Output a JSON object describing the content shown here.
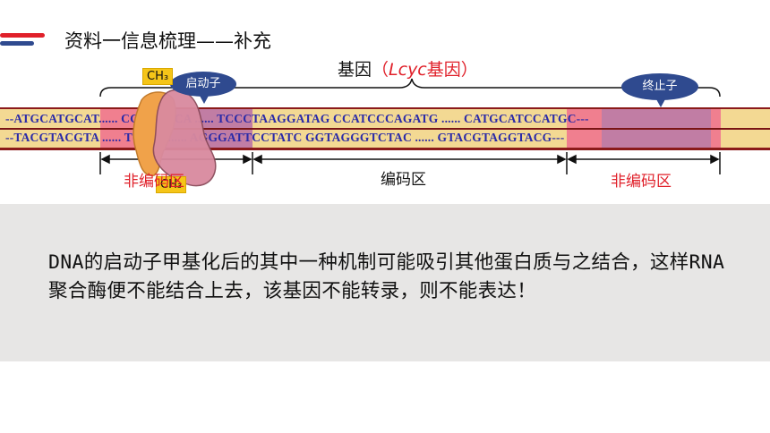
{
  "title": "资料一信息梳理——补充",
  "gene_label": {
    "prefix": "基因",
    "open_paren": "（",
    "italic": "Lcyc",
    "suffix": "基因",
    "close_paren": "）"
  },
  "callouts": {
    "promoter": "启动子",
    "terminator": "终止子"
  },
  "methyl": {
    "top": "CH₃",
    "bottom": "CH₃"
  },
  "sequences": {
    "strand1": "--ATGCATGCAT...... CGTAGCCA ...... TCCCTAAGGATAG CCATCCCAGATG ...... CATGCATCCATGC---",
    "strand2": "--TACGTACGTA ...... TCGGT...... AGGGATTCCTATC GGTAGGGTCTAC ...... GTACGTAGGTACG---"
  },
  "regions": {
    "left": "非编码区",
    "middle": "编码区",
    "right": "非编码区"
  },
  "info_text": "DNA的启动子甲基化后的其中一种机制可能吸引其他蛋白质与之结合，这样RNA聚合酶便不能结合上去，该基因不能转录，则不能表达！",
  "colors": {
    "accent_red": "#e0202a",
    "accent_blue": "#2f4a8f",
    "dna_band": "#f3d993",
    "promoter_region": "#ef6f8e",
    "terminator_region": "#ef6f8e",
    "info_background": "#e7e6e5"
  }
}
